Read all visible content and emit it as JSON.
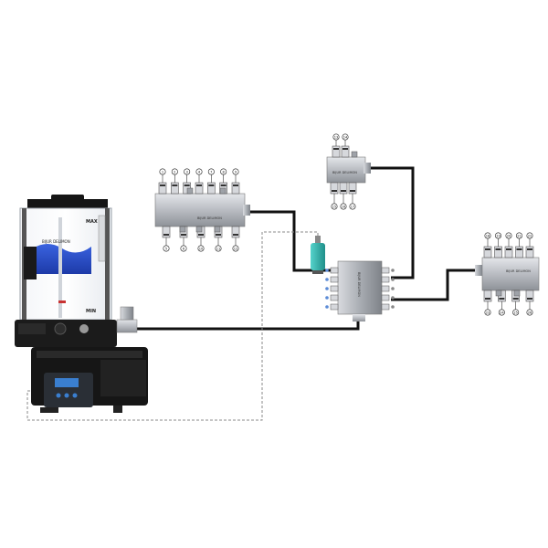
{
  "pump": {
    "reservoir_label": "BIJUR DELIMON",
    "max_label": "MAX",
    "min_label": "MIN"
  },
  "divider_top_left": {
    "label": "BIJUR DELIMON",
    "top_ports": [
      "1",
      "2",
      "3",
      "4",
      "7",
      "8",
      "9"
    ],
    "bottom_ports": [
      "5",
      "6",
      "10",
      "11",
      "12"
    ]
  },
  "divider_top_right": {
    "label": "BIJUR DELIMON",
    "top_ports": [
      "13",
      "14"
    ],
    "bottom_ports": [
      "15",
      "16",
      "17"
    ]
  },
  "divider_main": {
    "label": "BIJUR DELIMON"
  },
  "divider_right": {
    "label": "BIJUR DELIMON",
    "top_ports": [
      "18",
      "19",
      "20",
      "21",
      "22"
    ],
    "bottom_ports": [
      "23",
      "24",
      "25",
      "26"
    ]
  },
  "colors": {
    "oil_blue": "#2b4fc9",
    "line": "#111111",
    "block_metal": "#b9bcc2",
    "sensor_teal": "#2fb6b0",
    "display_blue": "#3a7fd0"
  }
}
